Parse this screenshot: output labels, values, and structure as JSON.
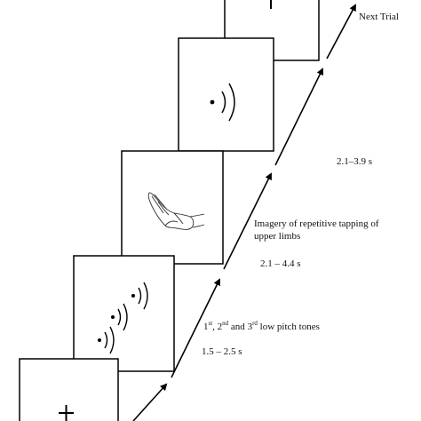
{
  "labels": {
    "next_trial": "Next Trial",
    "dur_feedback": "2.1–3.9 s",
    "imagery_line1": "Imagery of repetitive tapping of",
    "imagery_line2": "upper limbs",
    "dur_imagery": "2.1 – 4.4 s",
    "tones_ord1": "st",
    "tones_ord2": "nd",
    "tones_ord3": "rd",
    "tones_n1": "1",
    "tones_n2": "2",
    "tones_n3": "3",
    "tones_sep1": ", ",
    "tones_sep2": " and ",
    "tones_tail": " low pitch tones",
    "dur_tones": "1.5 – 2.5 s"
  },
  "icons": [
    "fixation-cross-icon",
    "sound-wave-icon",
    "hand-tapping-icon"
  ]
}
